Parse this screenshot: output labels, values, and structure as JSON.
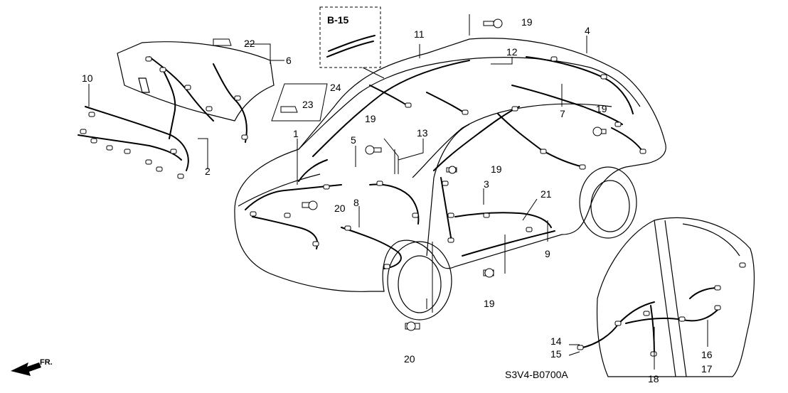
{
  "inset": {
    "code": "B-15"
  },
  "drawing_code": "S3V4-B0700A",
  "direction_label": "FR.",
  "callouts": [
    {
      "id": "c1",
      "label": "1"
    },
    {
      "id": "c2",
      "label": "2"
    },
    {
      "id": "c3",
      "label": "3"
    },
    {
      "id": "c4",
      "label": "4"
    },
    {
      "id": "c5",
      "label": "5"
    },
    {
      "id": "c6",
      "label": "6"
    },
    {
      "id": "c7",
      "label": "7"
    },
    {
      "id": "c8",
      "label": "8"
    },
    {
      "id": "c9",
      "label": "9"
    },
    {
      "id": "c10",
      "label": "10"
    },
    {
      "id": "c11",
      "label": "11"
    },
    {
      "id": "c12",
      "label": "12"
    },
    {
      "id": "c13",
      "label": "13"
    },
    {
      "id": "c14",
      "label": "14"
    },
    {
      "id": "c15",
      "label": "15"
    },
    {
      "id": "c16",
      "label": "16"
    },
    {
      "id": "c17",
      "label": "17"
    },
    {
      "id": "c18",
      "label": "18"
    },
    {
      "id": "c19a",
      "label": "19"
    },
    {
      "id": "c19b",
      "label": "19"
    },
    {
      "id": "c19c",
      "label": "19"
    },
    {
      "id": "c19d",
      "label": "19"
    },
    {
      "id": "c19e",
      "label": "19"
    },
    {
      "id": "c20a",
      "label": "20"
    },
    {
      "id": "c20b",
      "label": "20"
    },
    {
      "id": "c21",
      "label": "21"
    },
    {
      "id": "c22",
      "label": "22"
    },
    {
      "id": "c23",
      "label": "23"
    },
    {
      "id": "c24",
      "label": "24"
    }
  ]
}
